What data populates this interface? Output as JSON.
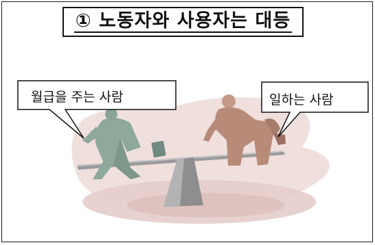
{
  "slide": {
    "title": "① 노동자와 사용자는 대등",
    "bubble_left": "월급을 주는 사람",
    "bubble_right": "일하는 사람"
  },
  "colors": {
    "border": "#1a1a1a",
    "floor_shadow": "#e4cdca",
    "employer_suit": "#8fa89c",
    "worker_suit": "#b88a78",
    "fulcrum": "#8e8e8e"
  }
}
